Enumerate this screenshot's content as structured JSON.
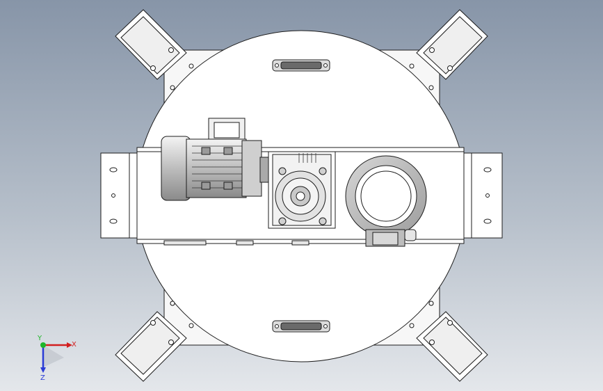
{
  "viewport": {
    "background_top": "#8795a8",
    "background_bottom": "#e4e7eb",
    "line_color": "#1c1c1c",
    "part_fill": "#ffffff",
    "handle_fill": "#6a6a6a"
  },
  "triad": {
    "x_label": "X",
    "y_label": "Y",
    "z_label": "Z",
    "x_color": "#d21f1f",
    "y_color": "#1fb52a",
    "z_color": "#2a3bd6"
  }
}
